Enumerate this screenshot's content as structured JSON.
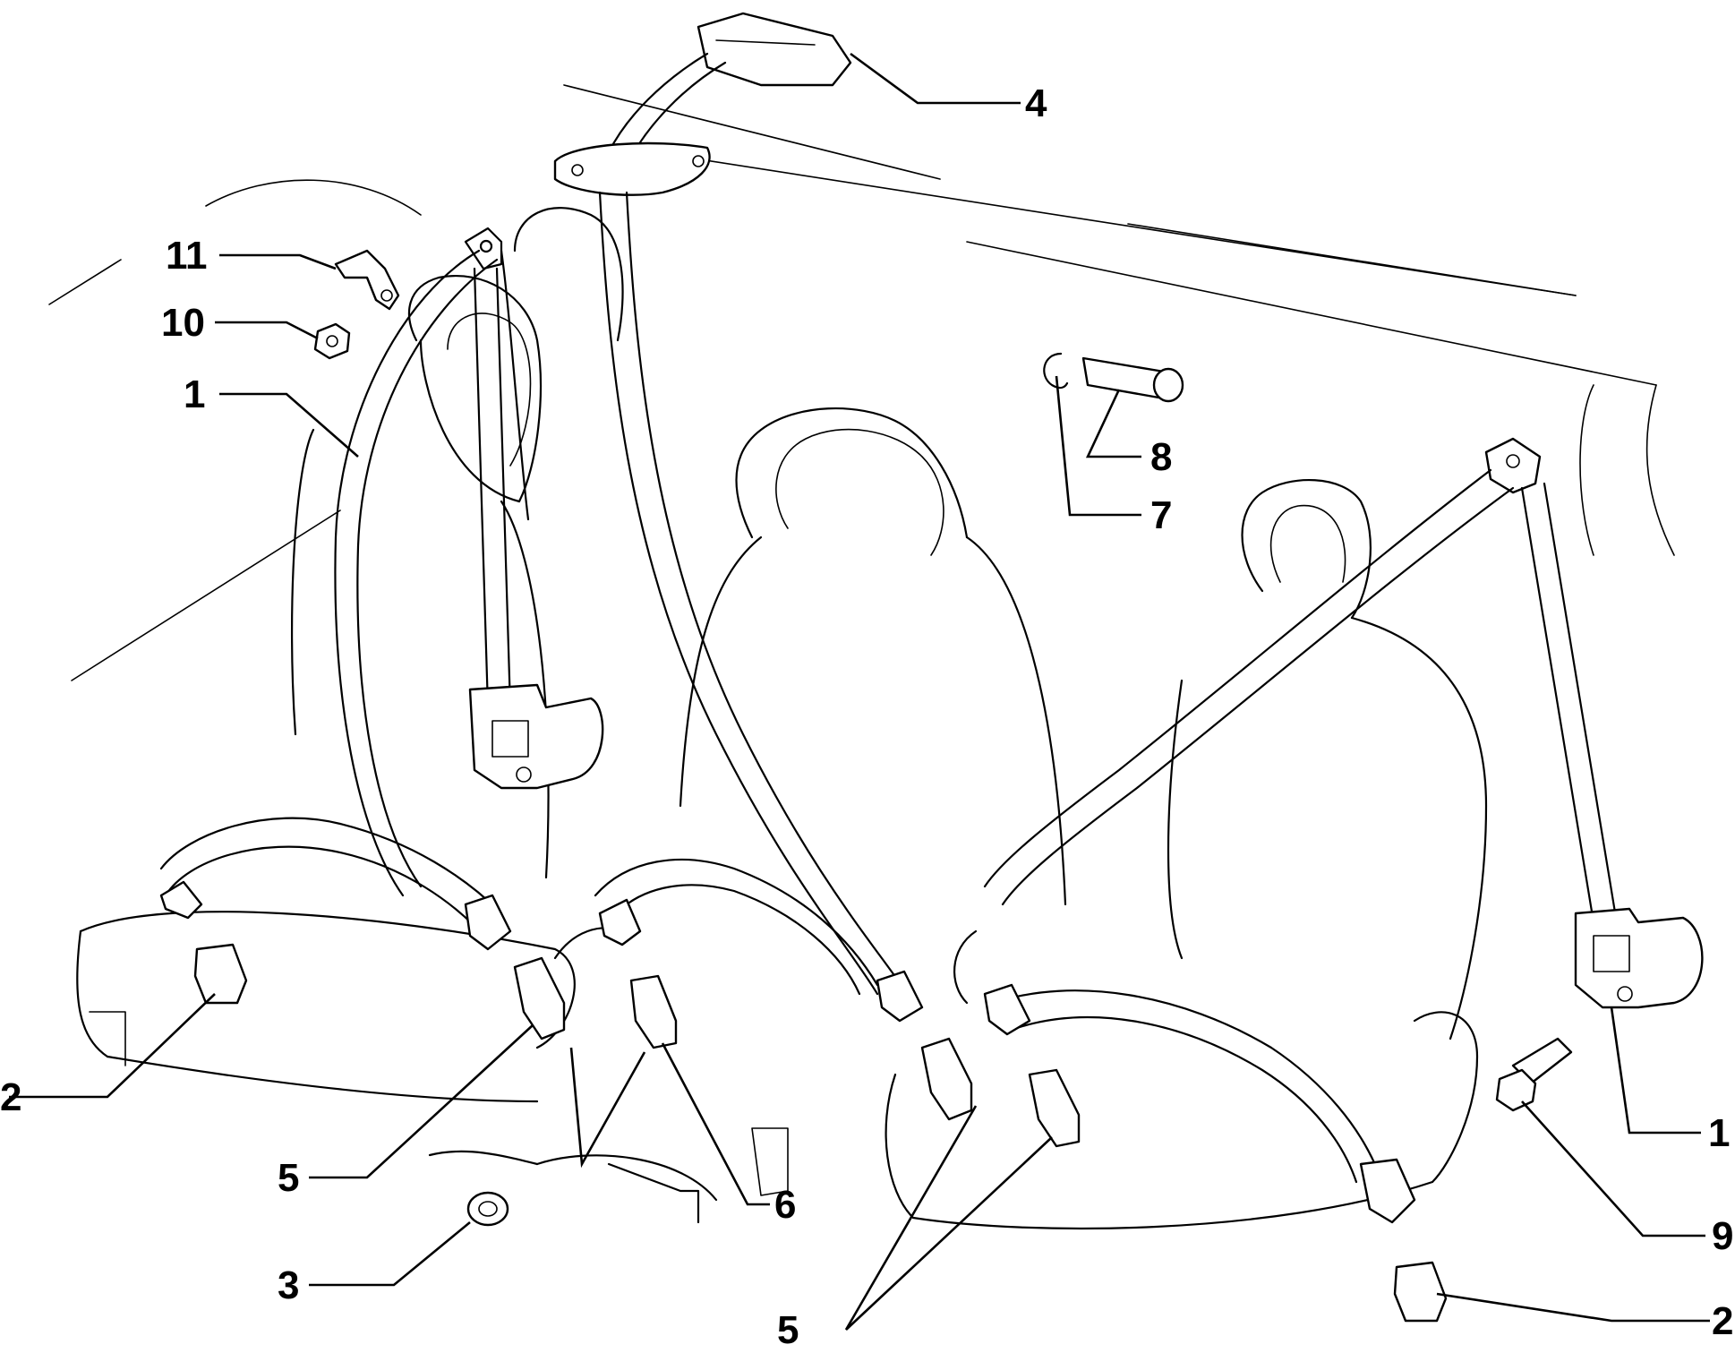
{
  "callouts": [
    {
      "id": "c11",
      "text": "11"
    },
    {
      "id": "c10",
      "text": "10"
    },
    {
      "id": "c1a",
      "text": "1"
    },
    {
      "id": "c4",
      "text": "4"
    },
    {
      "id": "c8",
      "text": "8"
    },
    {
      "id": "c7",
      "text": "7"
    },
    {
      "id": "c2a",
      "text": "2"
    },
    {
      "id": "c5a",
      "text": "5"
    },
    {
      "id": "c6",
      "text": "6"
    },
    {
      "id": "c3",
      "text": "3"
    },
    {
      "id": "c5b",
      "text": "5"
    },
    {
      "id": "c1b",
      "text": "1"
    },
    {
      "id": "c9",
      "text": "9"
    },
    {
      "id": "c2b",
      "text": "2"
    }
  ]
}
